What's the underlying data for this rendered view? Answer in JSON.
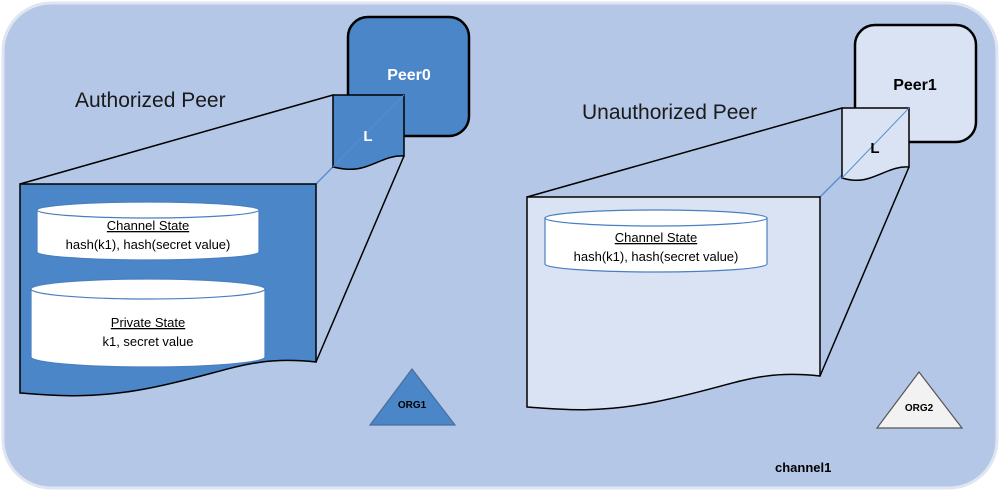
{
  "channel": {
    "label": "channel1"
  },
  "peers": [
    {
      "name": "Peer0",
      "role_label": "Authorized Peer",
      "ledger_label": "L",
      "org_label": "ORG1",
      "stores": [
        {
          "title": "Channel State",
          "content": "hash(k1), hash(secret value)"
        },
        {
          "title": "Private State",
          "content": "k1, secret value"
        }
      ]
    },
    {
      "name": "Peer1",
      "role_label": "Unauthorized Peer",
      "ledger_label": "L",
      "org_label": "ORG2",
      "stores": [
        {
          "title": "Channel State",
          "content": "hash(k1), hash(secret value)"
        }
      ]
    }
  ],
  "colors": {
    "channel_background": "#b4c7e7",
    "channel_border": "#dfe6f2",
    "authorized_fill": "#4a86c8",
    "unauthorized_fill": "#dae3f3",
    "outline": "#000000",
    "database_border": "#4a7fc0",
    "connector": "#5b8fd0",
    "white": "#ffffff"
  }
}
